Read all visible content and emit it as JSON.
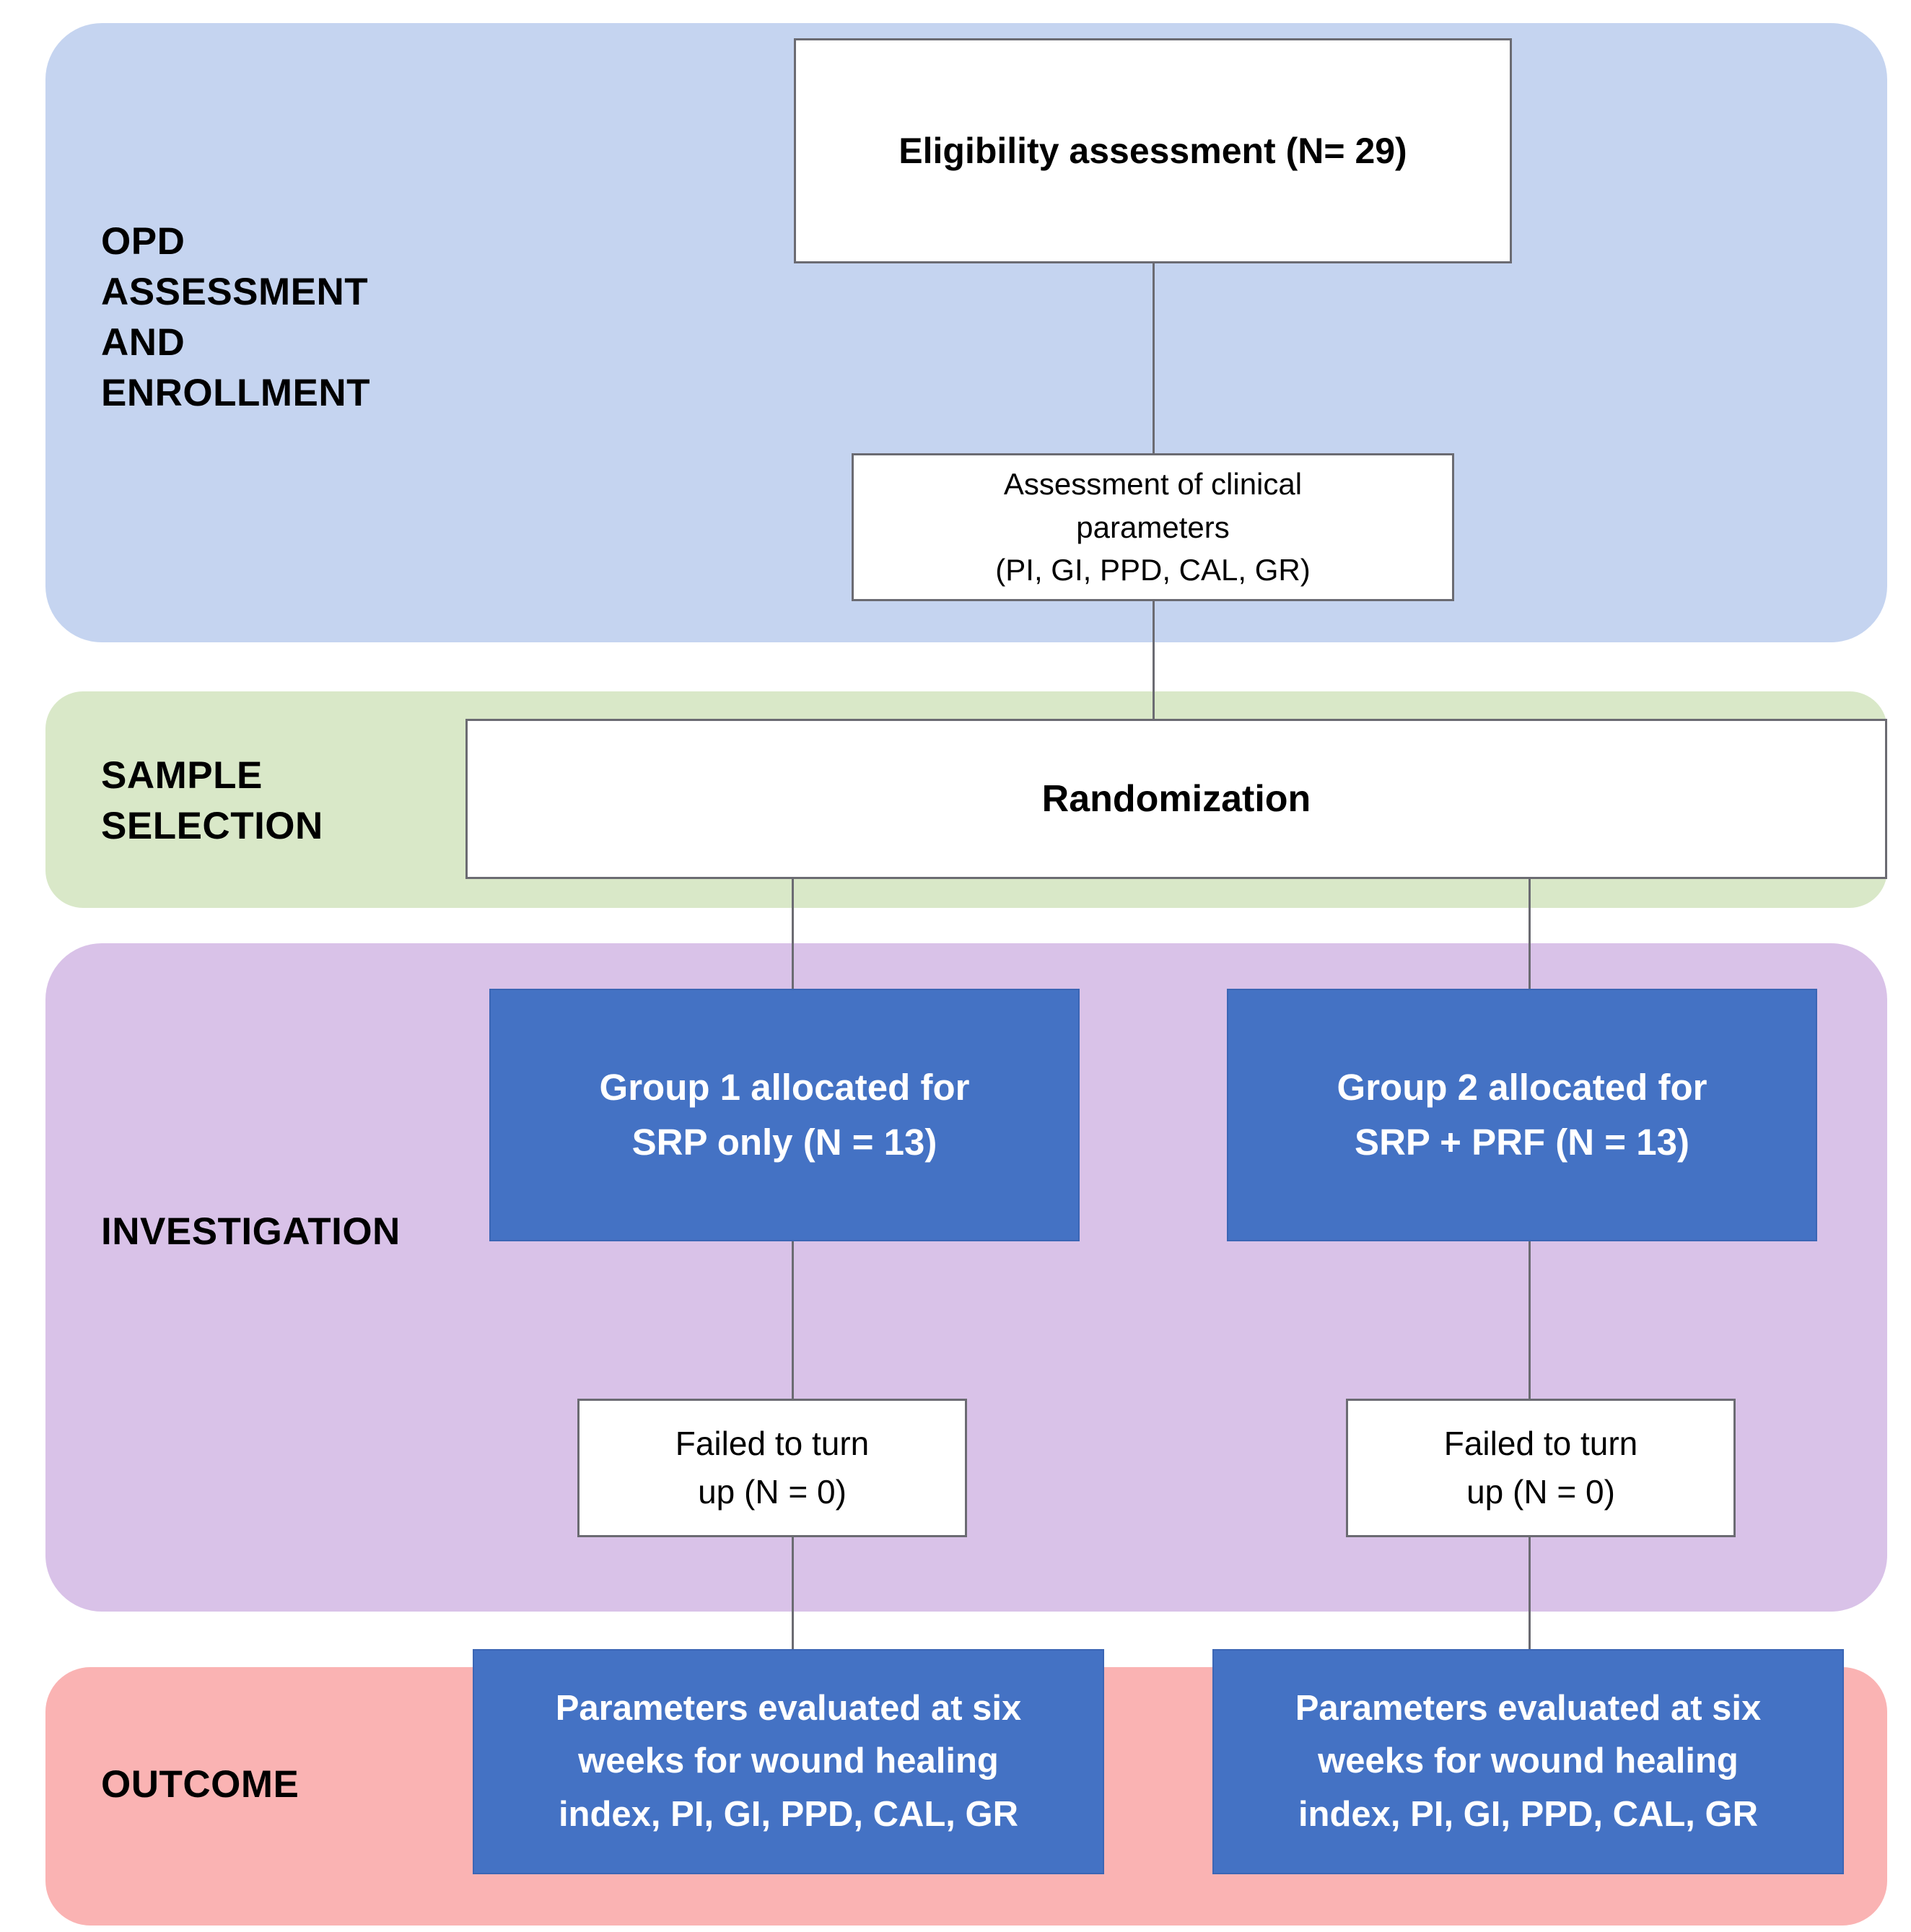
{
  "diagram": {
    "title": "CONSORT-style clinical trial flow diagram",
    "colors": {
      "band_opd": "#C5D4F0",
      "band_sample": "#D9E8C8",
      "band_investigation": "#D9C2E8",
      "band_outcome": "#FAB3B3",
      "node_blue": "#4472C4",
      "node_white": "#FFFFFF",
      "border": "#6B6B72",
      "text_dark": "#000000",
      "text_light": "#FFFFFF"
    },
    "stages": [
      {
        "id": "opd",
        "label": "OPD\nASSESSMENT\nAND\nENROLLMENT"
      },
      {
        "id": "sample",
        "label": "SAMPLE\nSELECTION"
      },
      {
        "id": "investigation",
        "label": "INVESTIGATION"
      },
      {
        "id": "outcome",
        "label": "OUTCOME"
      }
    ],
    "nodes": {
      "eligibility": "Eligibility assessment (N= 29)",
      "clinical_parameters": "Assessment of clinical\nparameters\n(PI, GI, PPD, CAL, GR)",
      "randomization": "Randomization",
      "group1": "Group 1 allocated for\nSRP only (N = 13)",
      "group2": "Group 2 allocated for\nSRP + PRF (N = 13)",
      "failed1": "Failed to turn\nup (N = 0)",
      "failed2": "Failed to turn\nup (N = 0)",
      "outcome1": "Parameters evaluated at six\nweeks for wound healing\nindex, PI, GI, PPD, CAL, GR",
      "outcome2": "Parameters evaluated at six\nweeks for wound healing\nindex, PI, GI, PPD, CAL, GR"
    },
    "edges": [
      {
        "from": "eligibility",
        "to": "clinical_parameters"
      },
      {
        "from": "clinical_parameters",
        "to": "randomization"
      },
      {
        "from": "randomization",
        "to": "group1"
      },
      {
        "from": "randomization",
        "to": "group2"
      },
      {
        "from": "group1",
        "to": "failed1"
      },
      {
        "from": "group2",
        "to": "failed2"
      },
      {
        "from": "failed1",
        "to": "outcome1"
      },
      {
        "from": "failed2",
        "to": "outcome2"
      }
    ]
  }
}
